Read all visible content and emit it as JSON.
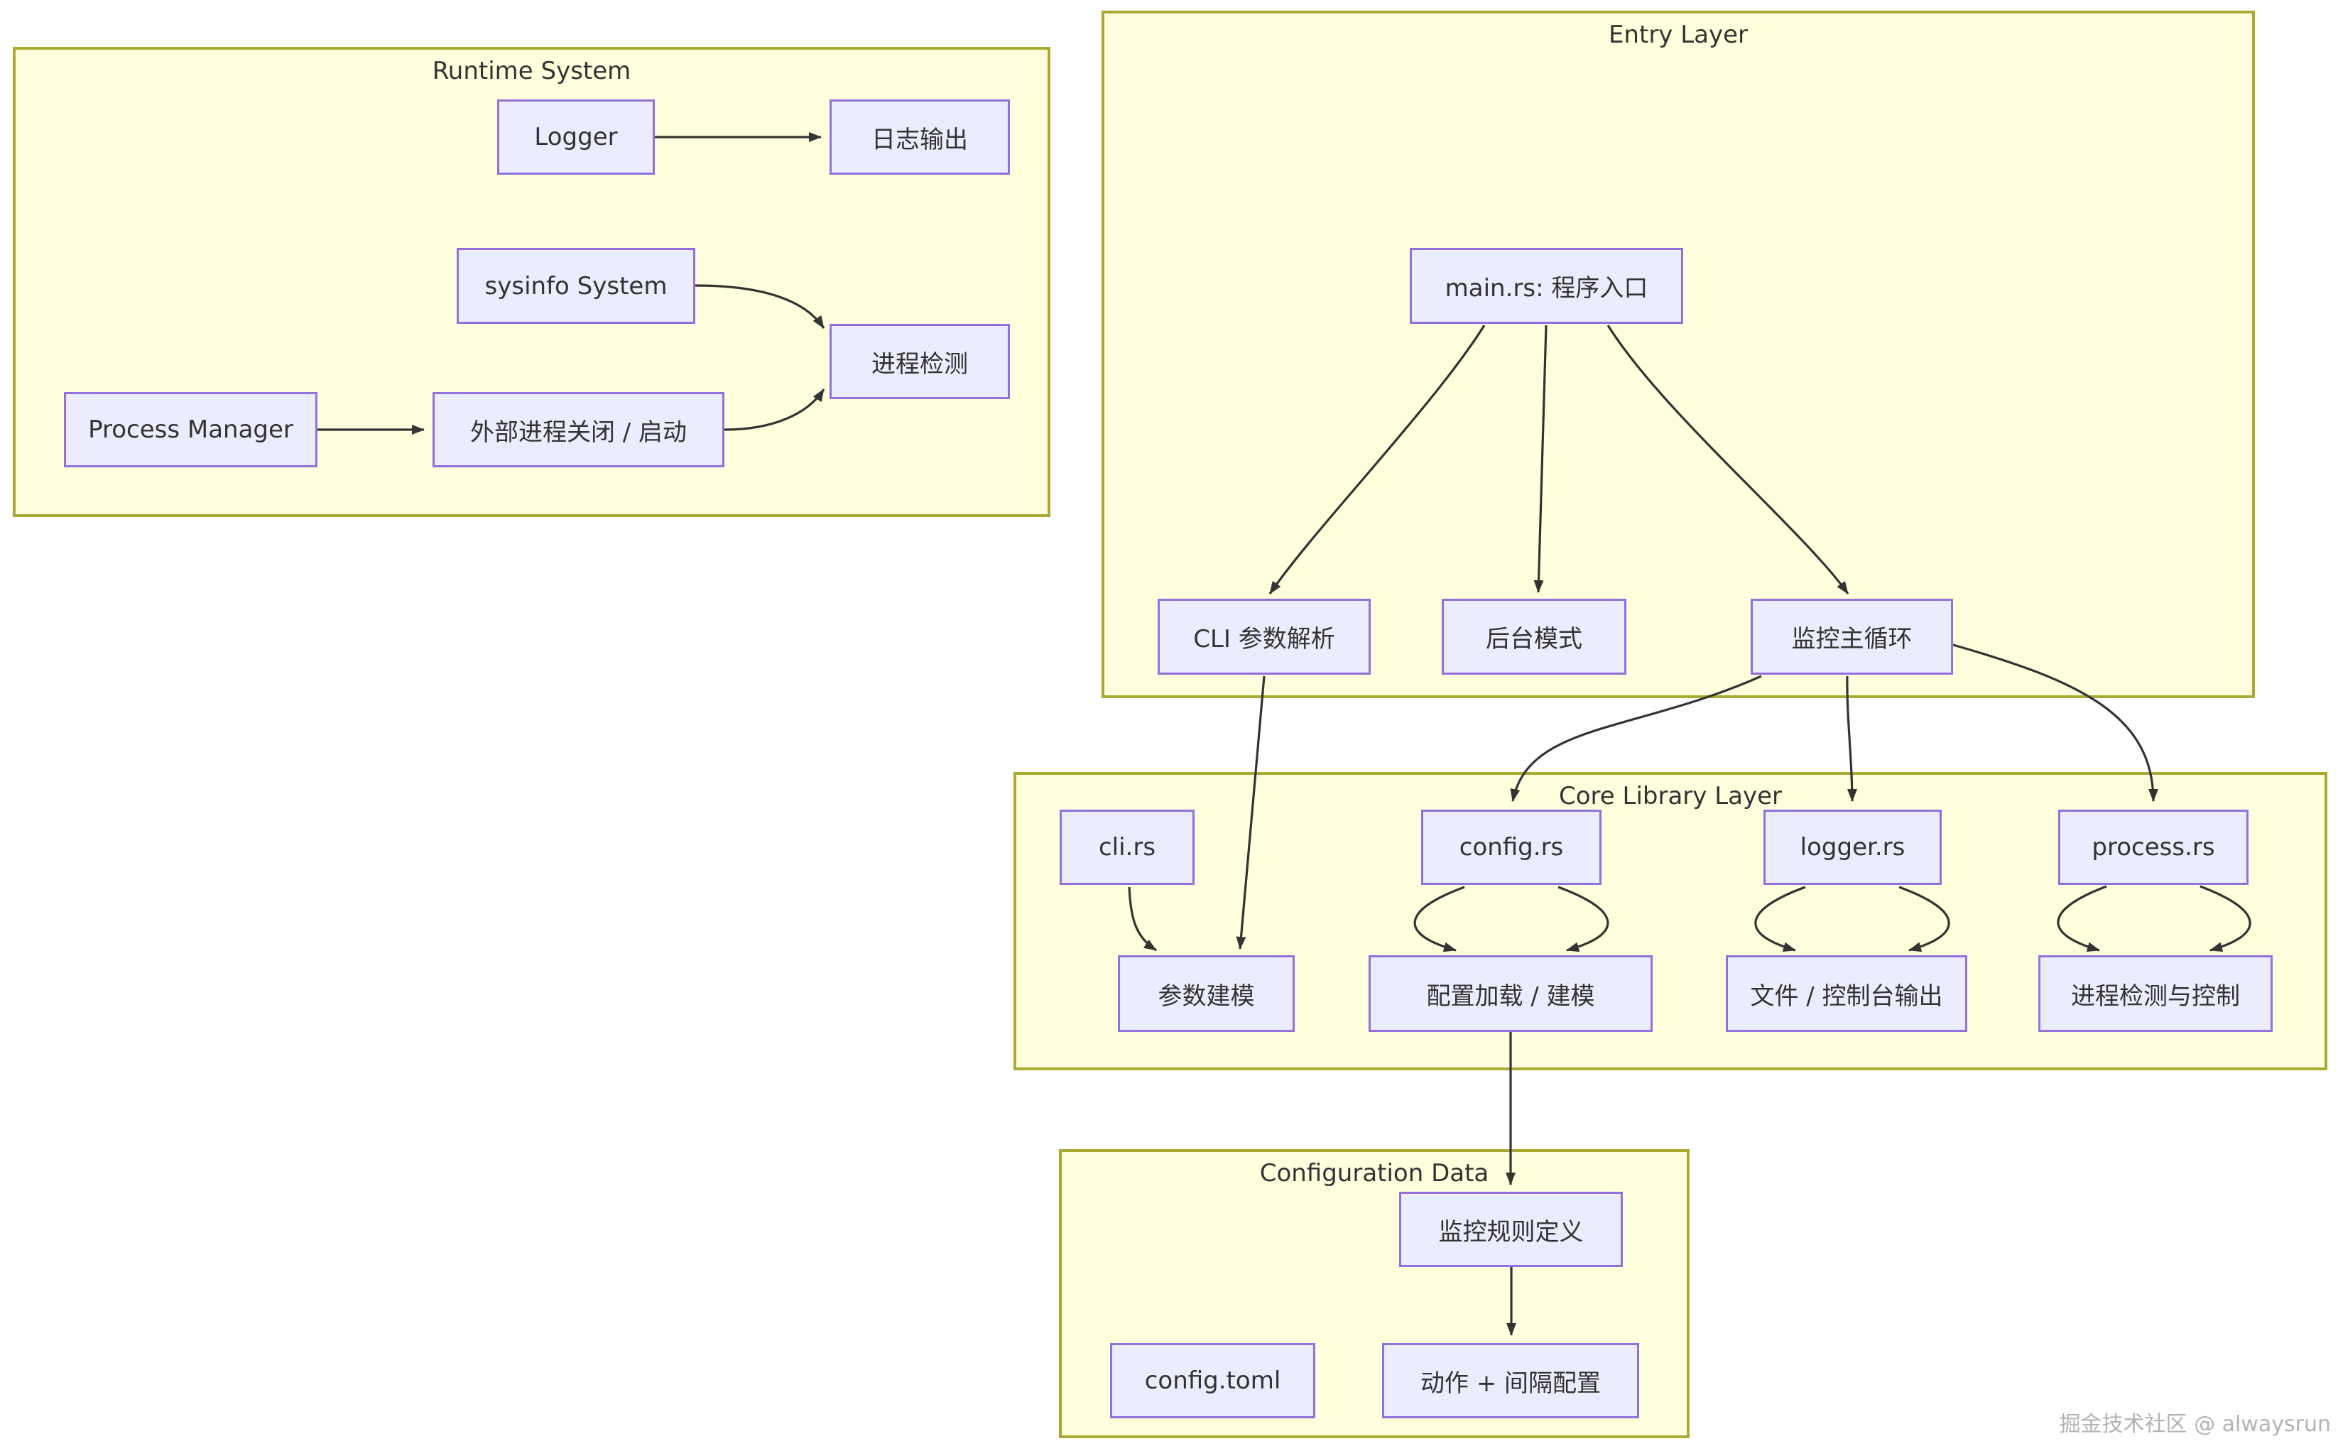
{
  "diagram": {
    "subgraphs": {
      "runtime": {
        "title": "Runtime System"
      },
      "entry": {
        "title": "Entry Layer"
      },
      "corelib": {
        "title": "Core Library Layer"
      },
      "configdata": {
        "title": "Configuration Data"
      }
    },
    "nodes": {
      "logger": "Logger",
      "log_output": "日志输出",
      "sysinfo": "sysinfo System",
      "proc_detect": "进程检测",
      "proc_manager": "Process Manager",
      "ext_proc": "外部进程关闭 / 启动",
      "main_rs": "main.rs: 程序入口",
      "cli_parse": "CLI 参数解析",
      "daemon_mode": "后台模式",
      "monitor_loop": "监控主循环",
      "cli_rs": "cli.rs",
      "param_model": "参数建模",
      "config_rs": "config.rs",
      "config_load": "配置加载 / 建模",
      "logger_rs": "logger.rs",
      "file_console": "文件 / 控制台输出",
      "process_rs": "process.rs",
      "proc_ctrl": "进程检测与控制",
      "rules_def": "监控规则定义",
      "config_toml": "config.toml",
      "action_interval": "动作 + 间隔配置"
    },
    "edges": [
      {
        "from": "Logger",
        "to": "日志输出"
      },
      {
        "from": "sysinfo System",
        "to": "进程检测"
      },
      {
        "from": "Process Manager",
        "to": "外部进程关闭 / 启动"
      },
      {
        "from": "外部进程关闭 / 启动",
        "to": "进程检测"
      },
      {
        "from": "main.rs: 程序入口",
        "to": "CLI 参数解析"
      },
      {
        "from": "main.rs: 程序入口",
        "to": "后台模式"
      },
      {
        "from": "main.rs: 程序入口",
        "to": "监控主循环"
      },
      {
        "from": "CLI 参数解析",
        "to": "参数建模"
      },
      {
        "from": "监控主循环",
        "to": "config.rs"
      },
      {
        "from": "监控主循环",
        "to": "logger.rs"
      },
      {
        "from": "监控主循环",
        "to": "process.rs"
      },
      {
        "from": "cli.rs",
        "to": "参数建模"
      },
      {
        "from": "config.rs",
        "to": "配置加载 / 建模"
      },
      {
        "from": "config.rs",
        "to": "配置加载 / 建模"
      },
      {
        "from": "logger.rs",
        "to": "文件 / 控制台输出"
      },
      {
        "from": "logger.rs",
        "to": "文件 / 控制台输出"
      },
      {
        "from": "process.rs",
        "to": "进程检测与控制"
      },
      {
        "from": "process.rs",
        "to": "进程检测与控制"
      },
      {
        "from": "配置加载 / 建模",
        "to": "监控规则定义"
      },
      {
        "from": "监控规则定义",
        "to": "动作 + 间隔配置"
      }
    ]
  },
  "watermark": "掘金技术社区 @ alwaysrun",
  "colors": {
    "background": "#ffffff",
    "cluster_fill": "#ffffde",
    "cluster_border": "#aaaa33",
    "node_fill": "#ECECFF",
    "node_border": "#9370DB",
    "text": "#333333",
    "edge": "#333333",
    "watermark": "#b3b3b3"
  }
}
